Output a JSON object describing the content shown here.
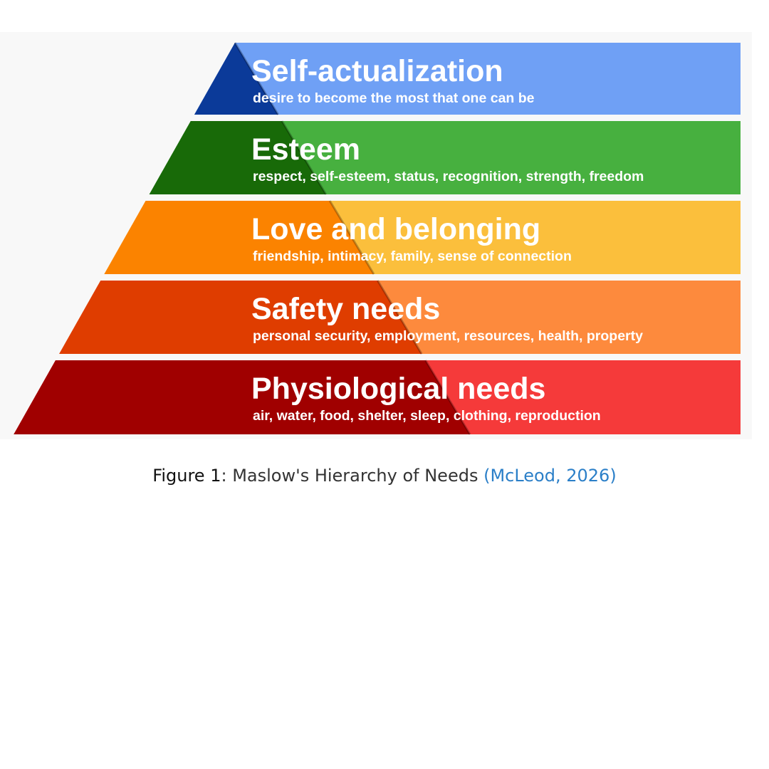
{
  "pyramid": {
    "levels": [
      {
        "title": "Self-actualization",
        "subtitle": "desire to become the most that one can be",
        "light": "#6fa0f5",
        "dark": "#0b3a99"
      },
      {
        "title": "Esteem",
        "subtitle": "respect, self-esteem, status, recognition, strength, freedom",
        "light": "#47b03f",
        "dark": "#186a08"
      },
      {
        "title": "Love and belonging",
        "subtitle": "friendship, intimacy, family, sense of connection",
        "light": "#fbbf3c",
        "dark": "#fb8300"
      },
      {
        "title": "Safety needs",
        "subtitle": "personal security, employment, resources, health, property",
        "light": "#fd8a3d",
        "dark": "#df3d00"
      },
      {
        "title": "Physiological needs",
        "subtitle": "air, water, food, shelter, sleep, clothing, reproduction",
        "light": "#f53a3a",
        "dark": "#a00000"
      }
    ]
  },
  "caption": {
    "label": "Figure 1",
    "text": ": Maslow's Hierarchy of Needs ",
    "citation": "(McLeod, 2026)"
  }
}
